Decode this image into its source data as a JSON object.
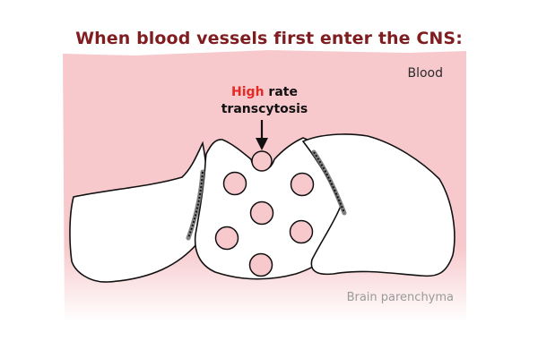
{
  "title": "When blood vessels first enter the CNS:",
  "labels": {
    "blood": "Blood",
    "annotation_highlight": "High",
    "annotation_rest_line1": " rate",
    "annotation_line2": "transcytosis",
    "brain": "Brain parenchyma"
  },
  "colors": {
    "blood": "#f7c9cc",
    "title": "#7f1d20",
    "highlight": "#e32a24",
    "cell_fill": "#ffffff",
    "vesicle_fill": "#f7c9cc",
    "junction": "#6e6e6e"
  },
  "vesicle_count": 7
}
